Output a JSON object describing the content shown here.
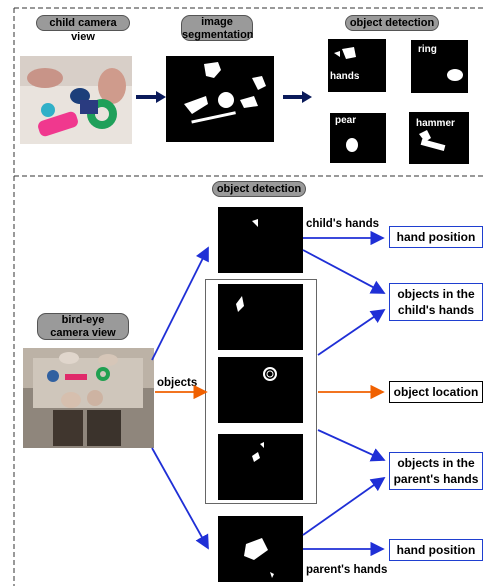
{
  "top": {
    "child_camera_label": "child camera view",
    "segmentation_label": "image segmentation",
    "detection_label": "object detection",
    "plots": [
      {
        "label": "hands"
      },
      {
        "label": "ring"
      },
      {
        "label": "pear"
      },
      {
        "label": "hammer"
      }
    ]
  },
  "bottom": {
    "detection_label": "object detection",
    "bird_eye_label": "bird-eye camera view",
    "objects_label": "objects",
    "childs_hands_label": "child's hands",
    "parents_hands_label": "parent's hands",
    "outputs": [
      "hand position",
      "objects in the child's hands",
      "object location",
      "objects in the parent's hands",
      "hand position"
    ]
  },
  "colors": {
    "arrow_blue": "#1f2fd6",
    "arrow_orange": "#f06000",
    "navy": "#0a1a5a",
    "pill_gray": "#9a9a9a"
  }
}
